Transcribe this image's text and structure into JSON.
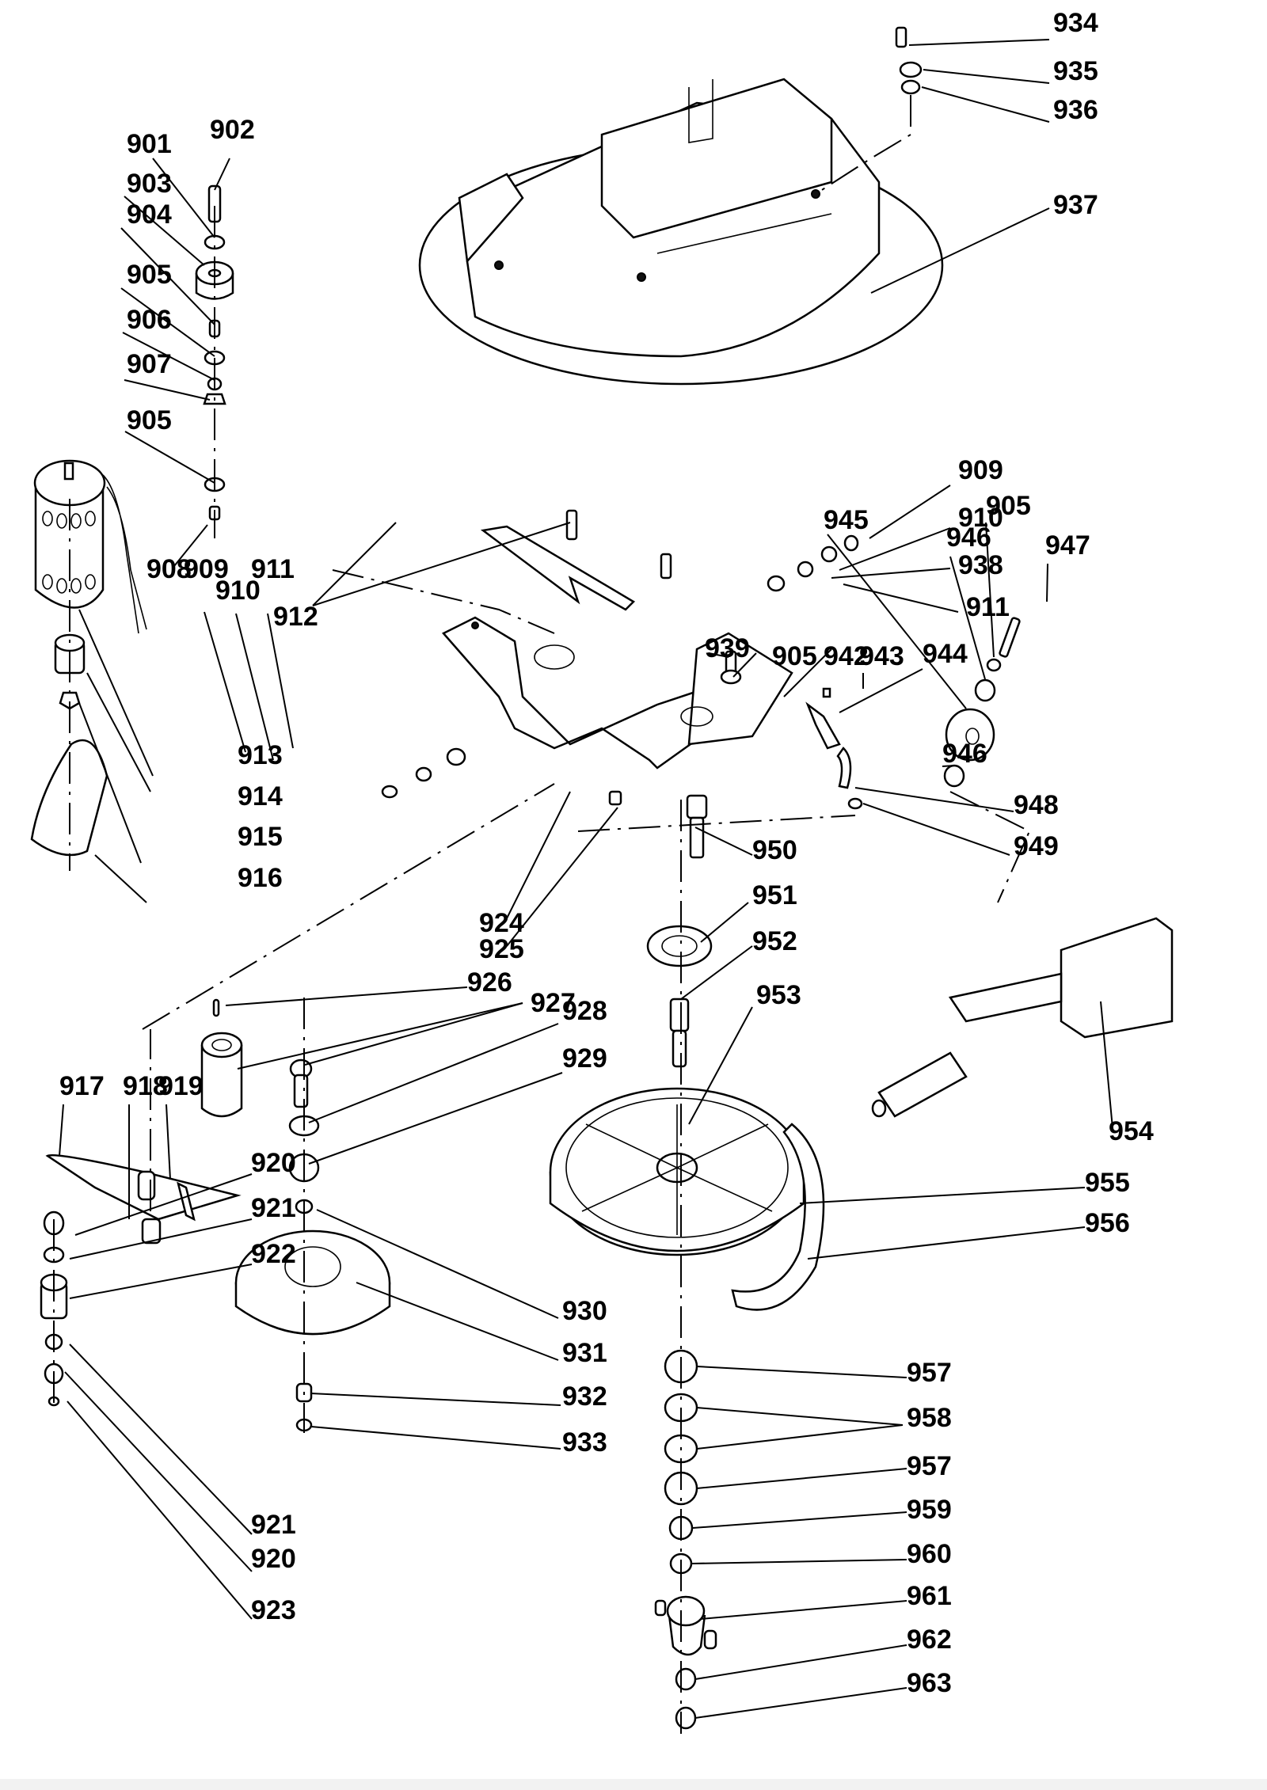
{
  "diagram": {
    "type": "exploded-parts-view",
    "callouts": [
      {
        "id": "901",
        "label": "901"
      },
      {
        "id": "902",
        "label": "902"
      },
      {
        "id": "903",
        "label": "903"
      },
      {
        "id": "904",
        "label": "904"
      },
      {
        "id": "905a",
        "label": "905"
      },
      {
        "id": "906",
        "label": "906"
      },
      {
        "id": "907",
        "label": "907"
      },
      {
        "id": "905b",
        "label": "905"
      },
      {
        "id": "908",
        "label": "908"
      },
      {
        "id": "909a",
        "label": "909"
      },
      {
        "id": "910a",
        "label": "910"
      },
      {
        "id": "911a",
        "label": "911"
      },
      {
        "id": "912",
        "label": "912"
      },
      {
        "id": "913",
        "label": "913"
      },
      {
        "id": "914",
        "label": "914"
      },
      {
        "id": "915",
        "label": "915"
      },
      {
        "id": "916",
        "label": "916"
      },
      {
        "id": "917",
        "label": "917"
      },
      {
        "id": "918",
        "label": "918"
      },
      {
        "id": "919",
        "label": "919"
      },
      {
        "id": "920a",
        "label": "920"
      },
      {
        "id": "921a",
        "label": "921"
      },
      {
        "id": "922",
        "label": "922"
      },
      {
        "id": "921b",
        "label": "921"
      },
      {
        "id": "920b",
        "label": "920"
      },
      {
        "id": "923",
        "label": "923"
      },
      {
        "id": "924",
        "label": "924"
      },
      {
        "id": "925",
        "label": "925"
      },
      {
        "id": "926",
        "label": "926"
      },
      {
        "id": "927",
        "label": "927"
      },
      {
        "id": "928",
        "label": "928"
      },
      {
        "id": "929",
        "label": "929"
      },
      {
        "id": "930",
        "label": "930"
      },
      {
        "id": "931",
        "label": "931"
      },
      {
        "id": "932",
        "label": "932"
      },
      {
        "id": "933",
        "label": "933"
      },
      {
        "id": "934",
        "label": "934"
      },
      {
        "id": "935",
        "label": "935"
      },
      {
        "id": "936",
        "label": "936"
      },
      {
        "id": "937",
        "label": "937"
      },
      {
        "id": "909b",
        "label": "909"
      },
      {
        "id": "910b",
        "label": "910"
      },
      {
        "id": "938",
        "label": "938"
      },
      {
        "id": "911b",
        "label": "911"
      },
      {
        "id": "939",
        "label": "939"
      },
      {
        "id": "905c",
        "label": "905"
      },
      {
        "id": "942",
        "label": "942"
      },
      {
        "id": "943",
        "label": "943"
      },
      {
        "id": "944",
        "label": "944"
      },
      {
        "id": "945",
        "label": "945"
      },
      {
        "id": "905d",
        "label": "905"
      },
      {
        "id": "946a",
        "label": "946"
      },
      {
        "id": "947",
        "label": "947"
      },
      {
        "id": "946b",
        "label": "946"
      },
      {
        "id": "948",
        "label": "948"
      },
      {
        "id": "949",
        "label": "949"
      },
      {
        "id": "950",
        "label": "950"
      },
      {
        "id": "951",
        "label": "951"
      },
      {
        "id": "952",
        "label": "952"
      },
      {
        "id": "953",
        "label": "953"
      },
      {
        "id": "954",
        "label": "954"
      },
      {
        "id": "955",
        "label": "955"
      },
      {
        "id": "956",
        "label": "956"
      },
      {
        "id": "957a",
        "label": "957"
      },
      {
        "id": "958",
        "label": "958"
      },
      {
        "id": "957b",
        "label": "957"
      },
      {
        "id": "959",
        "label": "959"
      },
      {
        "id": "960",
        "label": "960"
      },
      {
        "id": "961",
        "label": "961"
      },
      {
        "id": "962",
        "label": "962"
      },
      {
        "id": "963",
        "label": "963"
      }
    ]
  }
}
